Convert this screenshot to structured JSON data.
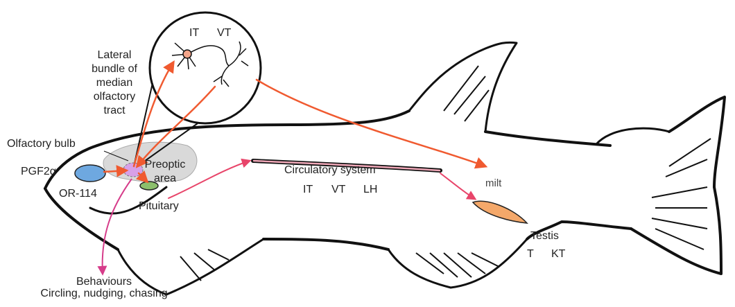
{
  "labels": {
    "lateral_bundle": [
      "Lateral",
      "bundle of",
      "median",
      "olfactory",
      "tract"
    ],
    "it_top": "IT",
    "vt_top": "VT",
    "olfactory_bulb": "Olfactory bulb",
    "pgf2a": "PGF2α",
    "or114": "OR-114",
    "preoptic": [
      "Preoptic",
      "area"
    ],
    "pituitary": "Pituitary",
    "circulatory": "Circulatory system",
    "circ_it": "IT",
    "circ_vt": "VT",
    "circ_lh": "LH",
    "milt": "milt",
    "testis": "Testis",
    "testis_t": "T",
    "testis_kt": "KT",
    "behaviours": "Behaviours",
    "behaviours_list": "Circling, nudging, chasing"
  },
  "colors": {
    "outline": "#111111",
    "nerve_arrow": "#f05a30",
    "blood_arrow": "#e8456a",
    "behaviour_arrow": "#d63c8a",
    "brain": "#d9d9d9",
    "olfactory_organ": "#6ea8e0",
    "preoptic_area": "#d8a0e8",
    "pituitary_gland": "#8cbf6c",
    "testis_fill": "#f4a86a",
    "neuron_soma": "#f4a58a"
  }
}
